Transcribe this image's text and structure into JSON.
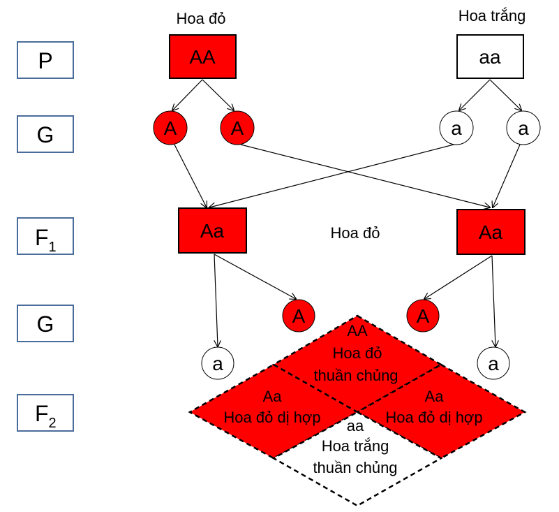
{
  "generations": {
    "p": "P",
    "g": "G",
    "f1_main": "F",
    "f1_sub": "1",
    "g2": "G",
    "f2_main": "F",
    "f2_sub": "2"
  },
  "parents": {
    "left_label": "Hoa đỏ",
    "left_genotype": "AA",
    "right_label": "Hoa trắng",
    "right_genotype": "aa"
  },
  "gametes_1": [
    "A",
    "A",
    "a",
    "a"
  ],
  "f1": {
    "left_genotype": "Aa",
    "right_genotype": "Aa",
    "phenotype": "Hoa đỏ"
  },
  "gametes_2": {
    "left_a": "a",
    "left_A": "A",
    "right_A": "A",
    "right_a": "a"
  },
  "f2": {
    "top": [
      "AA",
      "Hoa đỏ",
      "thuần chủng"
    ],
    "left": [
      "Aa",
      "Hoa đỏ dị hợp"
    ],
    "right": [
      "Aa",
      "Hoa đỏ dị hợp"
    ],
    "bottom": [
      "aa",
      "Hoa trắng",
      "thuần chủng"
    ]
  },
  "colors": {
    "dominant": "#ff0000",
    "recessive": "#ffffff",
    "generation_border": "#4a6c9a"
  }
}
